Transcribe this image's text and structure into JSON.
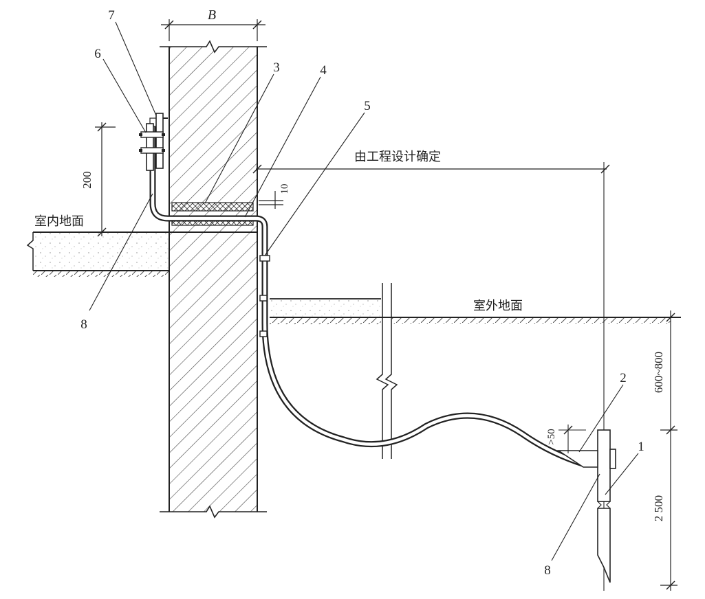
{
  "labels": {
    "wall_width": "B",
    "indoor_floor": "室内地面",
    "outdoor_ground": "室外地面",
    "design_note": "由工程设计确定"
  },
  "dimensions": {
    "height_200": "200",
    "gap_10": "10",
    "depth_600_800": "600~800",
    "rod_2500": "2 500",
    "overlap_50": ">50"
  },
  "callouts": {
    "n1": "1",
    "n2": "2",
    "n3": "3",
    "n4": "4",
    "n5": "5",
    "n6": "6",
    "n7": "7",
    "n8_left": "8",
    "n8_right": "8"
  }
}
